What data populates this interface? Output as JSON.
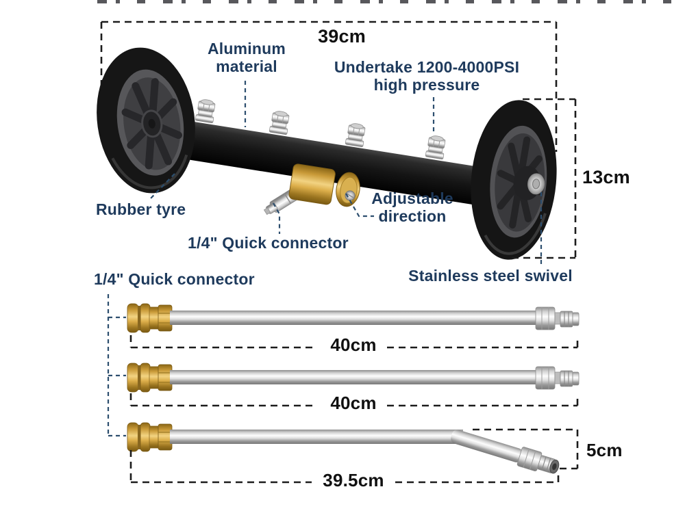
{
  "figure": {
    "type": "product-dimension-diagram",
    "subject": "Undercarriage pressure washer water broom with three extension wands"
  },
  "labels": {
    "width_dim": "39cm",
    "material": "Aluminum\nmaterial",
    "pressure": "Undertake 1200-4000PSI\nhigh pressure",
    "tyre": "Rubber tyre",
    "quick_connector_main": "1/4\" Quick connector",
    "direction": "Adjustable\ndirection",
    "height_dim": "13cm",
    "swivel": "Stainless steel swivel",
    "quick_connector_wands": "1/4\" Quick connector",
    "wand1_length": "40cm",
    "wand2_length": "40cm",
    "wand3_length": "39.5cm",
    "wand3_drop": "5cm"
  },
  "colors": {
    "label_text": "#1e3a5c",
    "dimension_text": "#111111",
    "leader_dash": "#2c4e6e",
    "dimension_dash": "#1c1c1c",
    "brass": "#c99a38",
    "steel": "#d6d6d6",
    "bar_black": "#1b1b1b",
    "background": "#ffffff"
  }
}
